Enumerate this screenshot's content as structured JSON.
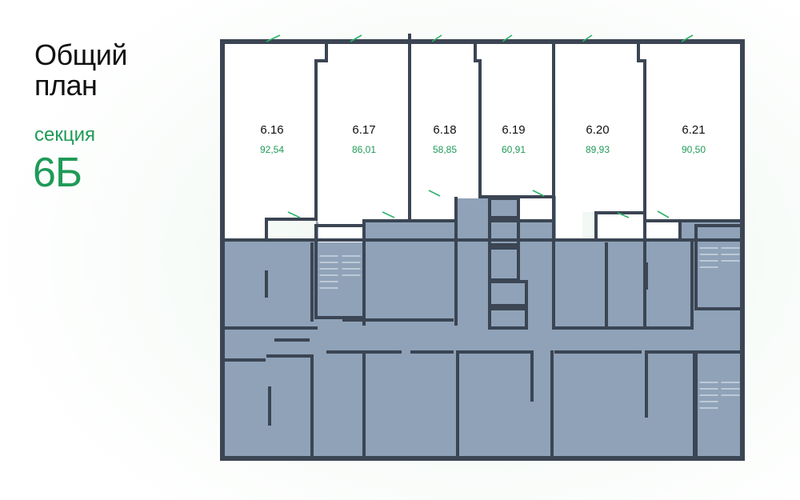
{
  "header": {
    "title_line1": "Общий",
    "title_line2": "план",
    "section_label": "секция",
    "section_value": "6Б"
  },
  "colors": {
    "accent": "#1f9a57",
    "wall": "#3b4553",
    "unavailable_fill": "#8fa2b8",
    "available_fill": "#ffffff"
  },
  "apartments": [
    {
      "number": "6.16",
      "area": "92,54"
    },
    {
      "number": "6.17",
      "area": "86,01"
    },
    {
      "number": "6.18",
      "area": "58,85"
    },
    {
      "number": "6.19",
      "area": "60,91"
    },
    {
      "number": "6.20",
      "area": "89,93"
    },
    {
      "number": "6.21",
      "area": "90,50"
    }
  ]
}
